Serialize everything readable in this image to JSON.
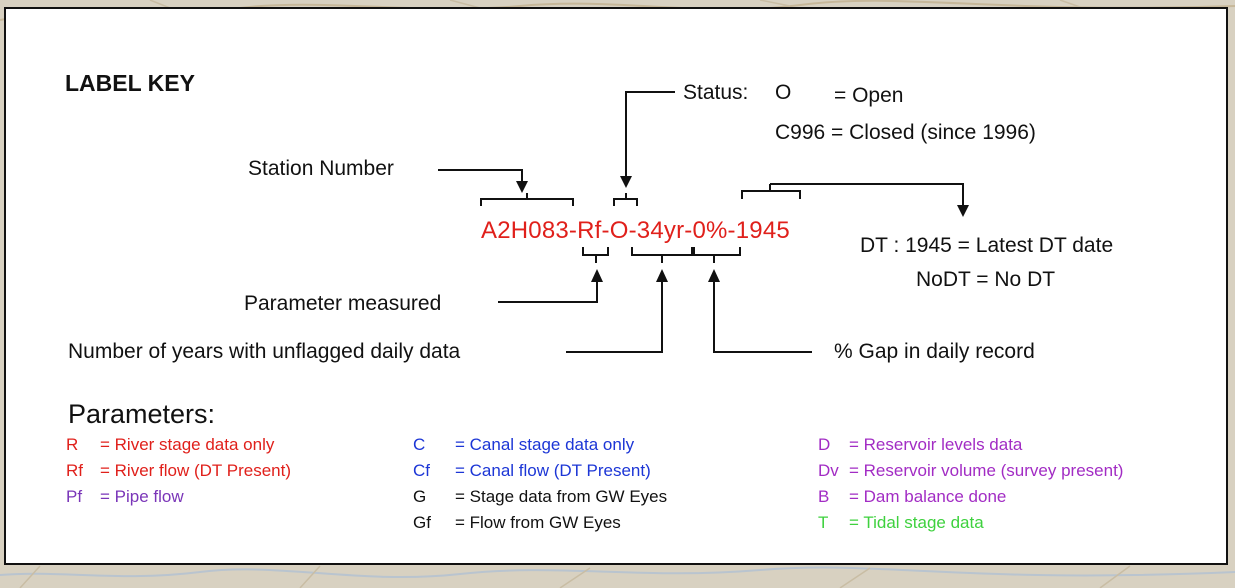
{
  "colors": {
    "red": "#e0201b",
    "blue": "#1c36d6",
    "purple": "#7a35b8",
    "magenta": "#a22cc4",
    "green": "#3ed13e",
    "black": "#111111",
    "border": "#111111",
    "map_background": "#d9d2c2"
  },
  "title": "LABEL KEY",
  "status": {
    "label": "Status:",
    "open_code": "O",
    "open_desc": "= Open",
    "closed_line": "C996 = Closed (since 1996)"
  },
  "station_number": "Station Number",
  "sample_label": "A2H083-Rf-O-34yr-0%-1945",
  "dt": {
    "line1": "DT : 1945  = Latest DT date",
    "line2": "NoDT = No DT"
  },
  "parameter_measured": "Parameter measured",
  "years_unflagged": "Number of years with unflagged daily data",
  "gap": "% Gap in daily record",
  "parameters": {
    "heading": "Parameters:",
    "col1": [
      {
        "code": "R",
        "desc": "= River stage data only",
        "color": "#e0201b"
      },
      {
        "code": "Rf",
        "desc": "= River flow (DT Present)",
        "color": "#e0201b"
      },
      {
        "code": "Pf",
        "desc": "= Pipe flow",
        "color": "#7a35b8"
      }
    ],
    "col2": [
      {
        "code": "C",
        "desc": "= Canal stage data only",
        "color": "#1c36d6"
      },
      {
        "code": "Cf",
        "desc": "= Canal flow (DT Present)",
        "color": "#1c36d6"
      },
      {
        "code": "G",
        "desc": "= Stage data from GW Eyes",
        "color": "#111111"
      },
      {
        "code": "Gf",
        "desc": "= Flow from GW Eyes",
        "color": "#111111"
      }
    ],
    "col3": [
      {
        "code": "D",
        "desc": "= Reservoir levels data",
        "color": "#a22cc4"
      },
      {
        "code": "Dv",
        "desc": "= Reservoir volume (survey present)",
        "color": "#a22cc4"
      },
      {
        "code": "B",
        "desc": "= Dam balance done",
        "color": "#a22cc4"
      },
      {
        "code": "T",
        "desc": "= Tidal stage data",
        "color": "#3ed13e"
      }
    ]
  }
}
